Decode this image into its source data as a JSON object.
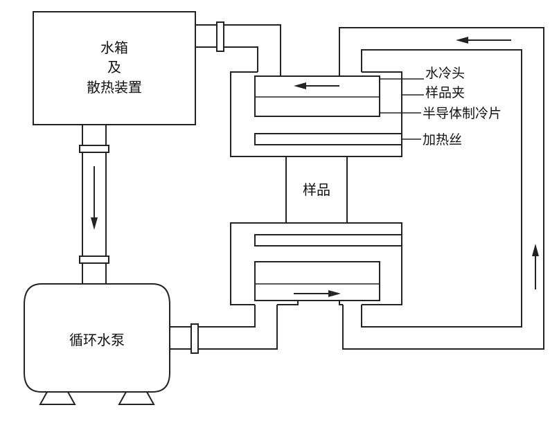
{
  "labels": {
    "tank_line1": "水箱",
    "tank_line2": "及",
    "tank_line3": "散热装置",
    "pump": "循环水泵",
    "sample": "样品",
    "water_cooling_head": "水冷头",
    "sample_clamp": "样品夹",
    "semiconductor_cooler": "半导体制冷片",
    "heating_wire": "加热丝"
  }
}
